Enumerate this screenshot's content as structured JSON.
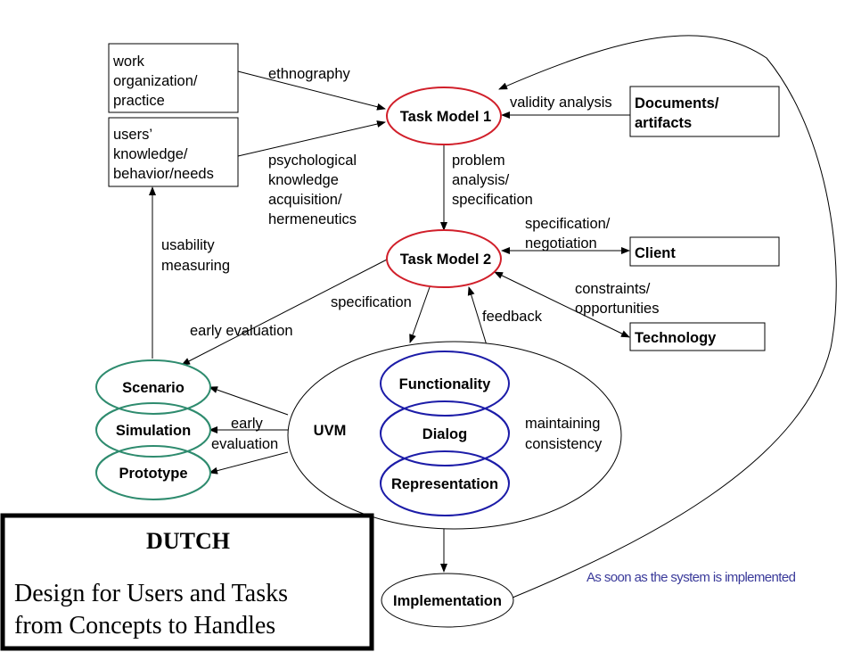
{
  "colors": {
    "task_model": "#d11f2a",
    "evaluation": "#2e8b6e",
    "uvm_inner": "#1c1ca8",
    "note": "#3a3a9a",
    "line": "#000000"
  },
  "boxes": {
    "work_org": [
      "work",
      "organization/",
      "practice"
    ],
    "users_knowledge": [
      "users’",
      "knowledge/",
      "behavior/needs"
    ],
    "documents": [
      "Documents/",
      "artifacts"
    ],
    "client": [
      "Client"
    ],
    "technology": [
      "Technology"
    ]
  },
  "nodes": {
    "task_model_1": "Task Model 1",
    "task_model_2": "Task Model 2",
    "scenario": "Scenario",
    "simulation": "Simulation",
    "prototype": "Prototype",
    "uvm": "UVM",
    "functionality": "Functionality",
    "dialog": "Dialog",
    "representation": "Representation",
    "implementation": "Implementation"
  },
  "edge_labels": {
    "ethnography": [
      "ethnography"
    ],
    "psychological": [
      "psychological",
      "knowledge",
      "acquisition/",
      "hermeneutics"
    ],
    "validity": [
      "validity analysis"
    ],
    "problem_analysis": [
      "problem",
      "analysis/",
      "specification"
    ],
    "spec_negotiation": [
      "specification/",
      "negotiation"
    ],
    "constraints": [
      "constraints/",
      "opportunities"
    ],
    "usability": [
      "usability",
      "measuring"
    ],
    "early_eval_top": [
      "early evaluation"
    ],
    "specification": [
      "specification"
    ],
    "feedback": [
      "feedback"
    ],
    "early_eval_mid": [
      "early",
      "evaluation"
    ],
    "maintaining": [
      "maintaining",
      "consistency"
    ],
    "as_soon": [
      "As soon as the system is implemented"
    ]
  },
  "title_box": {
    "title": "DUTCH",
    "subtitle": [
      "Design for Users and Tasks",
      "from Concepts to Handles"
    ]
  }
}
